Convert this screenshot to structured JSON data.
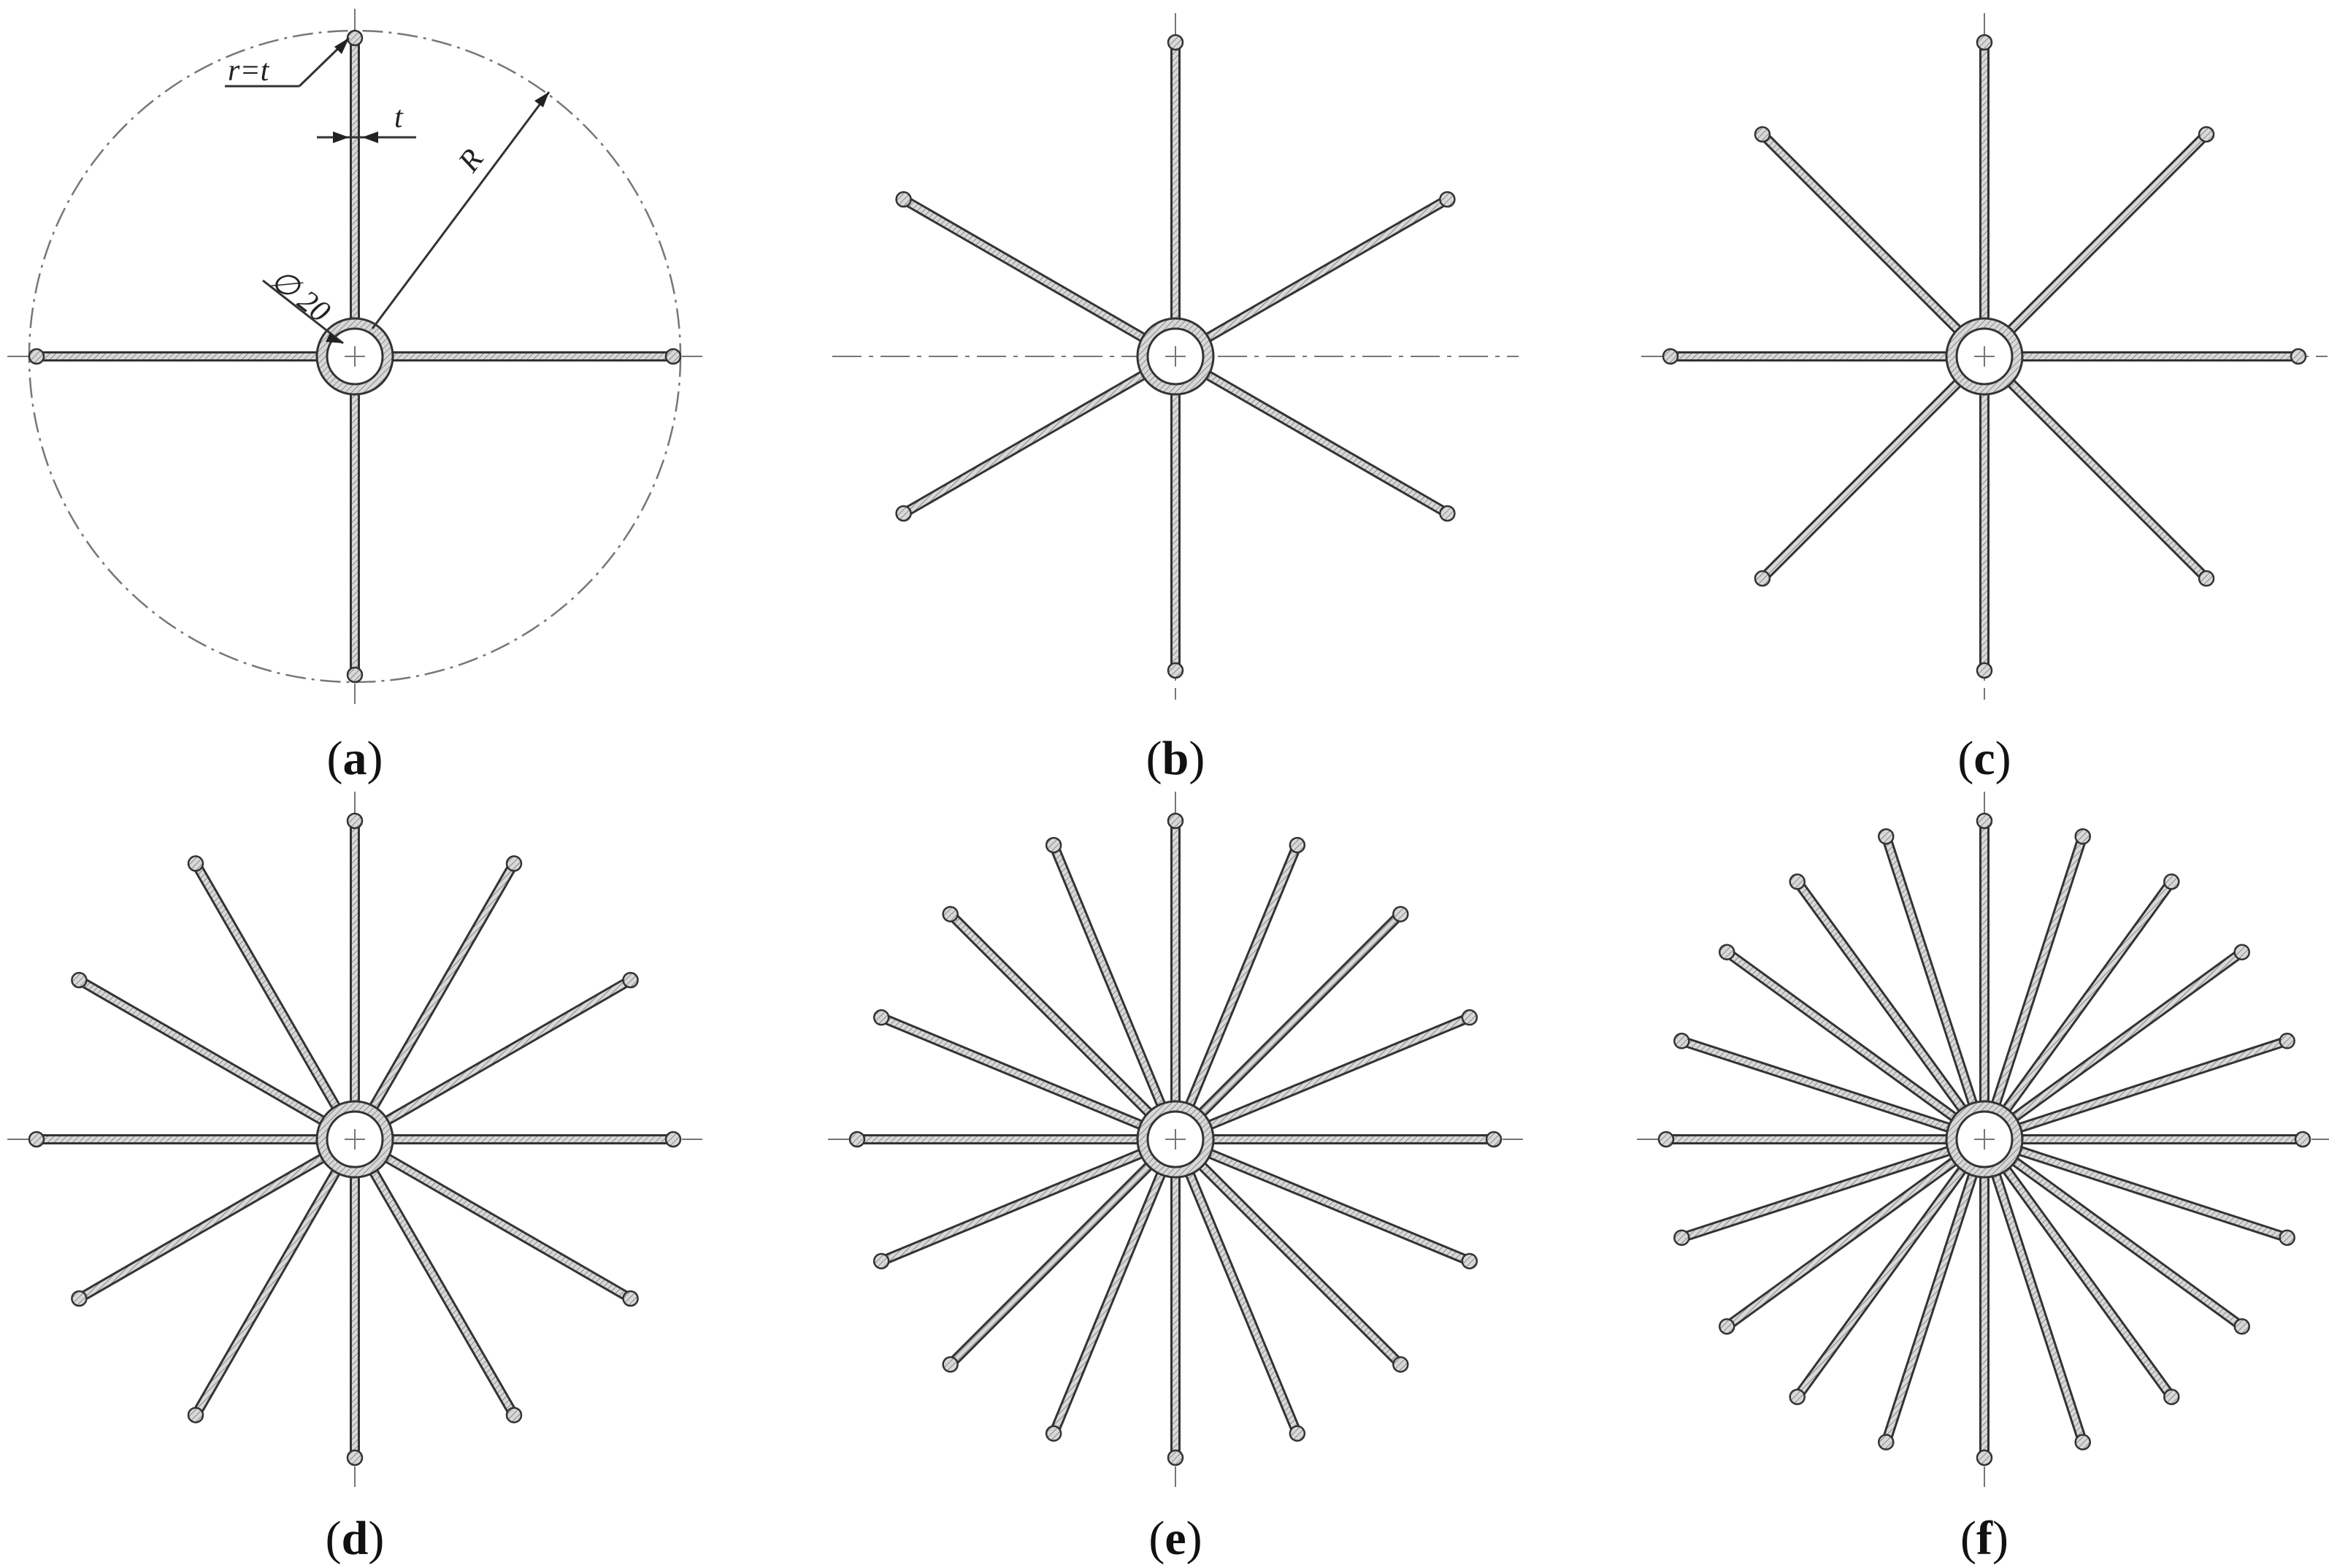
{
  "figure": {
    "panels": [
      {
        "id": "a",
        "label_open": "(",
        "label_letter": "a",
        "label_close": ")",
        "arms": 4,
        "annotated": true,
        "outer_circle": true
      },
      {
        "id": "b",
        "label_open": "(",
        "label_letter": "b",
        "label_close": ")",
        "arms": 6,
        "annotated": false,
        "outer_circle": false
      },
      {
        "id": "c",
        "label_open": "(",
        "label_letter": "c",
        "label_close": ")",
        "arms": 8,
        "annotated": false,
        "outer_circle": false
      },
      {
        "id": "d",
        "label_open": "(",
        "label_letter": "d",
        "label_close": ")",
        "arms": 12,
        "annotated": false,
        "outer_circle": false
      },
      {
        "id": "e",
        "label_open": "(",
        "label_letter": "e",
        "label_close": ")",
        "arms": 16,
        "annotated": false,
        "outer_circle": false
      },
      {
        "id": "f",
        "label_open": "(",
        "label_letter": "f",
        "label_close": ")",
        "arms": 20,
        "annotated": false,
        "outer_circle": false
      }
    ],
    "annotations": {
      "fillet": "r=t",
      "thickness": "t",
      "radius": "R",
      "hub_diameter": "∅ 20"
    },
    "colors": {
      "line": "#333333",
      "centerline": "#777777",
      "background": "#ffffff"
    }
  }
}
